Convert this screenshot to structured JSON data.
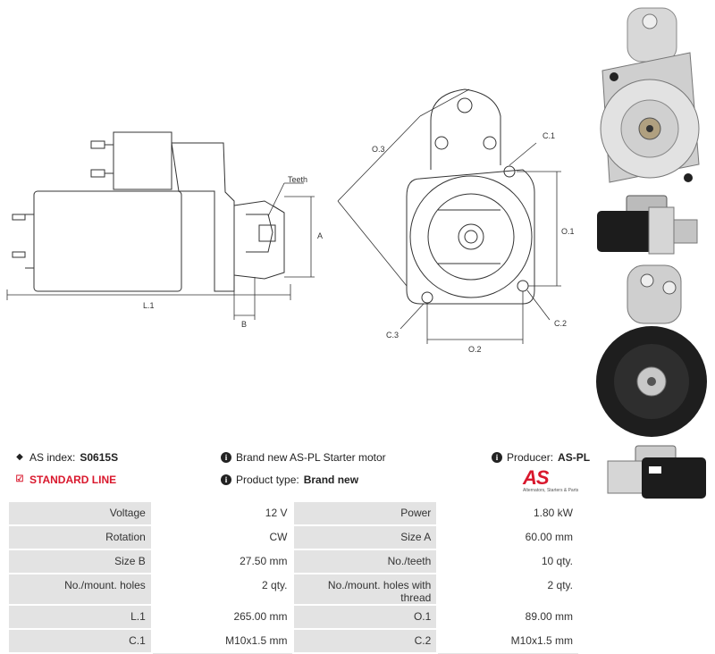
{
  "drawing_labels": {
    "teeth": "Teeth",
    "a": "A",
    "l1": "L.1",
    "b": "B",
    "o3": "O.3",
    "c1": "C.1",
    "o1": "O.1",
    "c2": "C.2",
    "c3": "C.3",
    "o2": "O.2"
  },
  "info": {
    "as_index_label": "AS index:",
    "as_index_value": "S0615S",
    "standard_line": "STANDARD LINE",
    "description": "Brand new AS-PL Starter motor",
    "product_type_label": "Product type:",
    "product_type_value": "Brand new",
    "producer_label": "Producer:",
    "producer_value": "AS-PL"
  },
  "logo": {
    "mark": "AS",
    "tagline": "Alternators, Starters & Parts"
  },
  "colors": {
    "accent": "#d9182d",
    "table_key_bg": "#e3e3e3"
  },
  "specs": [
    {
      "k1": "Voltage",
      "v1": "12 V",
      "k2": "Power",
      "v2": "1.80 kW"
    },
    {
      "k1": "Rotation",
      "v1": "CW",
      "k2": "Size A",
      "v2": "60.00 mm"
    },
    {
      "k1": "Size B",
      "v1": "27.50 mm",
      "k2": "No./teeth",
      "v2": "10 qty."
    },
    {
      "k1": "No./mount. holes",
      "v1": "2 qty.",
      "k2": "No./mount. holes with thread",
      "v2": "2 qty."
    },
    {
      "k1": "L.1",
      "v1": "265.00 mm",
      "k2": "O.1",
      "v2": "89.00 mm"
    },
    {
      "k1": "C.1",
      "v1": "M10x1.5 mm",
      "k2": "C.2",
      "v2": "M10x1.5 mm"
    }
  ]
}
